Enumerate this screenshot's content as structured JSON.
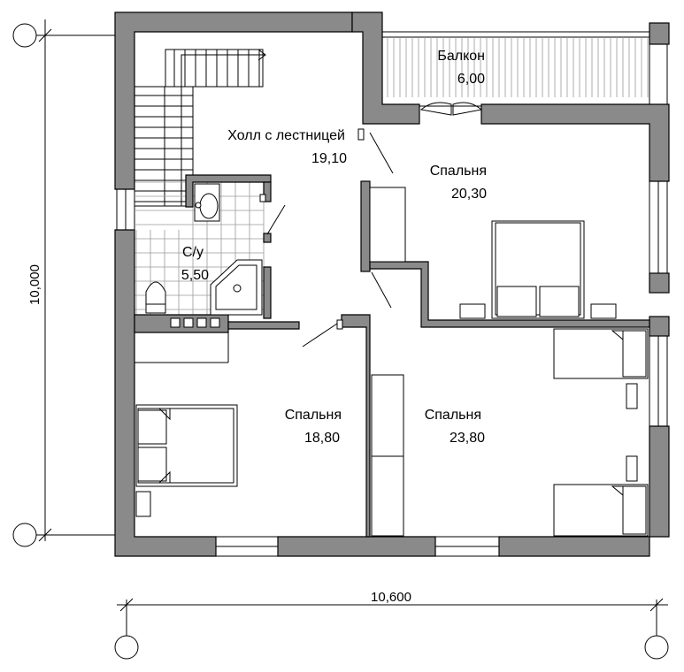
{
  "rooms": {
    "hall": {
      "name": "Холл с лестницей",
      "area": "19,10"
    },
    "balcony": {
      "name": "Балкон",
      "area": "6,00"
    },
    "bedroom1": {
      "name": "Спальня",
      "area": "20,30"
    },
    "bathroom": {
      "name": "С/у",
      "area": "5,50"
    },
    "bedroom2": {
      "name": "Спальня",
      "area": "18,80"
    },
    "bedroom3": {
      "name": "Спальня",
      "area": "23,80"
    }
  },
  "dimensions": {
    "height": "10,000",
    "width": "10,600"
  }
}
